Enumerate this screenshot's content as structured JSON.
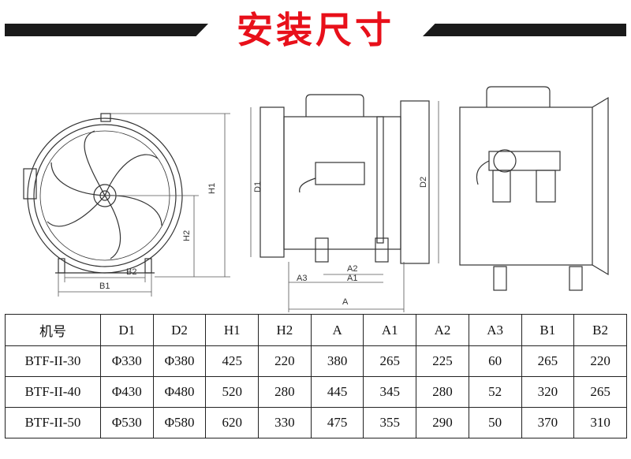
{
  "header": {
    "title": "安装尺寸"
  },
  "drawing_labels": {
    "H1": "H1",
    "H2": "H2",
    "B1": "B1",
    "B2": "B2",
    "D1": "D1",
    "D2": "D2",
    "A": "A",
    "A1": "A1",
    "A2": "A2",
    "A3": "A3"
  },
  "table": {
    "headers": [
      "机号",
      "D1",
      "D2",
      "H1",
      "H2",
      "A",
      "A1",
      "A2",
      "A3",
      "B1",
      "B2"
    ],
    "rows": [
      [
        "BTF-II-30",
        "Φ330",
        "Φ380",
        "425",
        "220",
        "380",
        "265",
        "225",
        "60",
        "265",
        "220"
      ],
      [
        "BTF-II-40",
        "Φ430",
        "Φ480",
        "520",
        "280",
        "445",
        "345",
        "280",
        "52",
        "320",
        "265"
      ],
      [
        "BTF-II-50",
        "Φ530",
        "Φ580",
        "620",
        "330",
        "475",
        "355",
        "290",
        "50",
        "370",
        "310"
      ]
    ]
  }
}
